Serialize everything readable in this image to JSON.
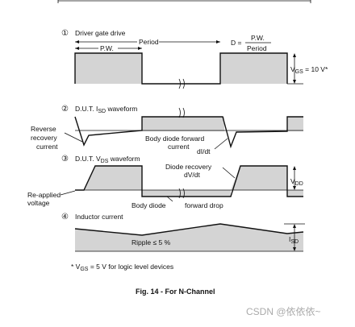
{
  "panels": [
    {
      "num": "①",
      "title": "Driver gate drive"
    },
    {
      "num": "②",
      "title_pre": "D.U.T. I",
      "title_sub": "SD",
      "title_post": " waveform"
    },
    {
      "num": "③",
      "title_pre": "D.U.T. V",
      "title_sub": "DS",
      "title_post": " waveform"
    },
    {
      "num": "④",
      "title": "Inductor current"
    }
  ],
  "labels": {
    "period": "Period",
    "pw": "P.W.",
    "duty_lhs": "D =",
    "duty_num": "P.W.",
    "duty_den": "Period",
    "vgs_pre": "V",
    "vgs_sub": "GS",
    "vgs_post": " = 10 V*",
    "reverse_recovery": [
      "Reverse",
      "recovery",
      "current"
    ],
    "body_diode_forward_current": [
      "Body diode forward",
      "current"
    ],
    "didt": "dI/dt",
    "diode_recovery": [
      "Diode recovery",
      "dV/dt"
    ],
    "vdd_pre": "V",
    "vdd_sub": "DD",
    "reapplied": [
      "Re-applied",
      "voltage"
    ],
    "body_diode": "Body diode",
    "forward_drop": "forward drop",
    "ripple": "Ripple  ≤ 5 %",
    "isd_pre": "I",
    "isd_sub": "SD"
  },
  "footnote": {
    "pre": "* V",
    "sub": "GS",
    "post": " = 5 V for logic level devices"
  },
  "caption": "Fig. 14 - For N-Channel",
  "watermark": "CSDN @依依依~"
}
